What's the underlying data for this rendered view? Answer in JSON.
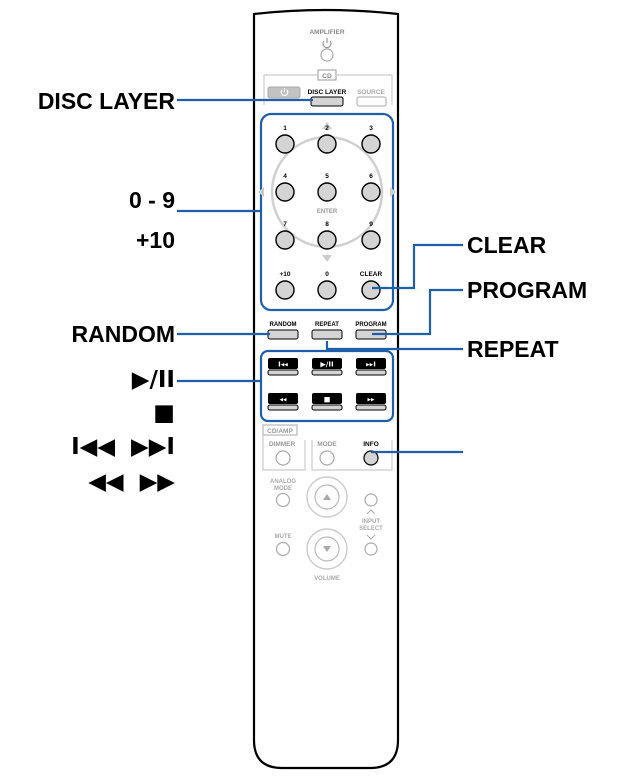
{
  "remote": {
    "header": {
      "amplifier": "AMPLIFIER",
      "cd": "CD"
    },
    "top_row": {
      "disc_layer": "DISC LAYER",
      "source": "SOURCE"
    },
    "numbers": [
      "1",
      "2",
      "3",
      "4",
      "5",
      "6",
      "7",
      "8",
      "9",
      "+10",
      "0"
    ],
    "enter": "ENTER",
    "clear": "CLEAR",
    "mode_row": {
      "random": "RANDOM",
      "repeat": "REPEAT",
      "program": "PROGRAM"
    },
    "transport": {
      "skip_back": "I◂◂",
      "play_pause": "▶/II",
      "skip_fwd": "▸▸I",
      "rewind": "◂◂",
      "stop": "■",
      "fast_fwd": "▸▸"
    },
    "cd_amp": "CD/AMP",
    "dimmer": "DIMMER",
    "mode": "MODE",
    "info": "INFO",
    "analog_mode": [
      "ANALOG",
      "MODE"
    ],
    "input_select": [
      "INPUT",
      "SELECT"
    ],
    "mute": "MUTE",
    "volume": "VOLUME"
  },
  "callouts": {
    "disc_layer": "DISC LAYER",
    "numbers_0_9": "0 - 9",
    "plus_10": "+10",
    "clear": "CLEAR",
    "program": "PROGRAM",
    "random": "RANDOM",
    "repeat": "REPEAT",
    "play_pause": "▶/II",
    "stop": "■",
    "skip": "I◀◀  ▶▶I",
    "search": "◀◀  ▶▶"
  },
  "colors": {
    "callout_line": "#1f5fa8",
    "remote_outline": "#000000",
    "button_fill": "#d4d4d4",
    "section_line": "#c8c8c8"
  }
}
